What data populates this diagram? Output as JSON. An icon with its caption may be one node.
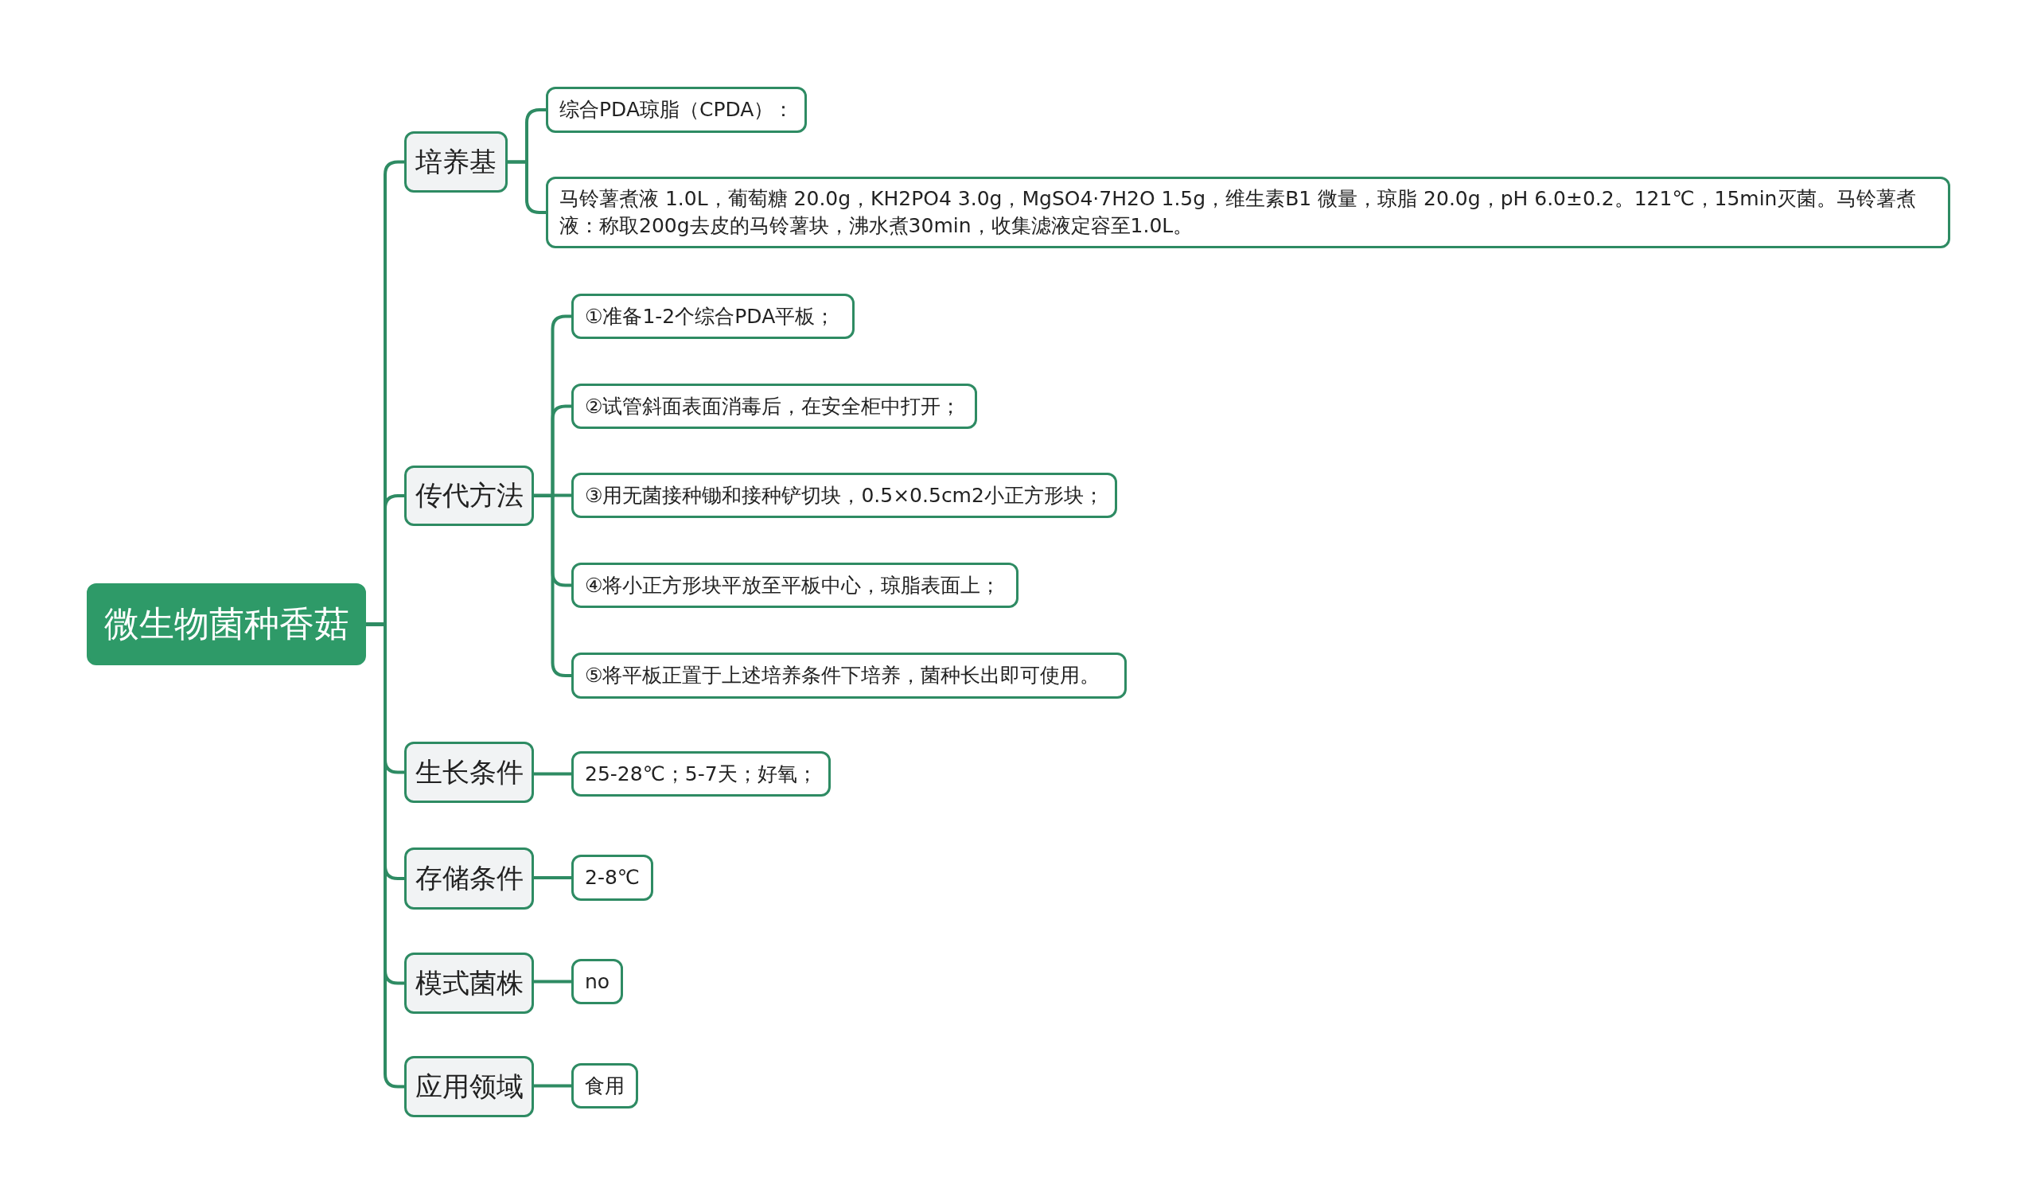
{
  "diagram": {
    "nodes": [
      {
        "text": [
          "微生物菌种香菇"
        ]
      },
      {
        "text": [
          "培养基"
        ]
      },
      {
        "text": [
          "综合PDA琼脂（CPDA）："
        ]
      },
      {
        "text": [
          "马铃薯煮液 1.0L，葡萄糖 20.0g，KH2PO4 3.0g，MgSO4·7H2O 1.5g，维生素B1 微量，琼脂 20.0g，pH 6.0±0.2。121℃，15min灭菌。马铃薯煮液：称取200g去皮的马铃薯块，沸水煮30min，收集滤液定容至1.0L。"
        ]
      },
      {
        "text": [
          "传代方法"
        ]
      },
      {
        "text": [
          "①准备1-2个综合PDA平板；"
        ]
      },
      {
        "text": [
          "②试管斜面表面消毒后，在安全柜中打开；"
        ]
      },
      {
        "text": [
          "③用无菌接种锄和接种铲切块，0.5×0.5cm2小正方形块；"
        ]
      },
      {
        "text": [
          "④将小正方形块平放至平板中心，琼脂表面上；"
        ]
      },
      {
        "text": [
          "⑤将平板正置于上述培养条件下培养，菌种长出即可使用。"
        ]
      },
      {
        "text": [
          "生长条件"
        ]
      },
      {
        "text": [
          "25-28℃；5-7天；好氧；"
        ]
      },
      {
        "text": [
          "存储条件"
        ]
      },
      {
        "text": [
          "2-8℃"
        ]
      },
      {
        "text": [
          "模式菌株"
        ]
      },
      {
        "text": [
          "no"
        ]
      },
      {
        "text": [
          "应用领域"
        ]
      },
      {
        "text": [
          "食用"
        ]
      }
    ],
    "edges": [
      {
        "from": 0,
        "to": 1,
        "arrow": "none"
      },
      {
        "from": 0,
        "to": 4,
        "arrow": "none"
      },
      {
        "from": 0,
        "to": 10,
        "arrow": "none"
      },
      {
        "from": 0,
        "to": 12,
        "arrow": "none"
      },
      {
        "from": 0,
        "to": 14,
        "arrow": "none"
      },
      {
        "from": 0,
        "to": 16,
        "arrow": "none"
      },
      {
        "from": 1,
        "to": 2,
        "arrow": "none"
      },
      {
        "from": 1,
        "to": 3,
        "arrow": "none"
      },
      {
        "from": 4,
        "to": 5,
        "arrow": "none"
      },
      {
        "from": 4,
        "to": 6,
        "arrow": "none"
      },
      {
        "from": 4,
        "to": 7,
        "arrow": "none"
      },
      {
        "from": 4,
        "to": 8,
        "arrow": "none"
      },
      {
        "from": 4,
        "to": 9,
        "arrow": "none"
      },
      {
        "from": 10,
        "to": 11,
        "arrow": "none"
      },
      {
        "from": 12,
        "to": 13,
        "arrow": "none"
      },
      {
        "from": 14,
        "to": 15,
        "arrow": "none"
      },
      {
        "from": 16,
        "to": 17,
        "arrow": "none"
      }
    ]
  }
}
